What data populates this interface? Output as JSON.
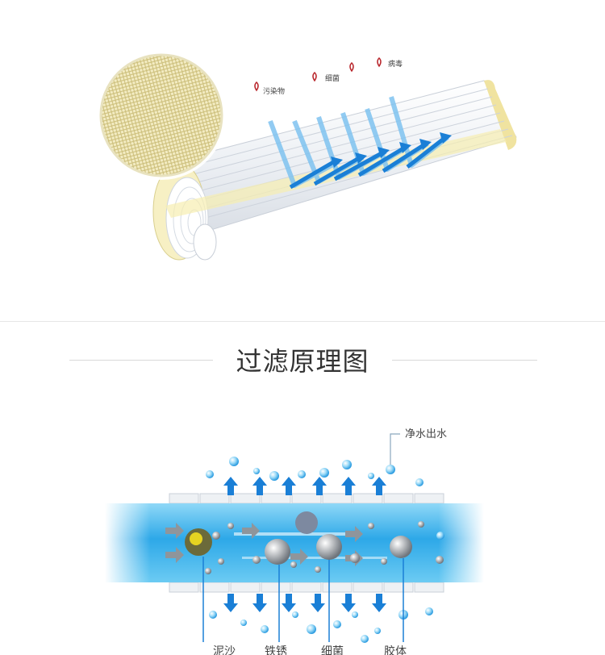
{
  "membrane_labels": {
    "pollutant": "污染物",
    "bacteria": "细菌",
    "virus": "病毒"
  },
  "section_title": "过滤原理图",
  "diagram": {
    "clean_water_out": "净水出水",
    "contaminants": [
      "泥沙",
      "铁锈",
      "细菌",
      "胶体"
    ]
  },
  "colors": {
    "accent_blue": "#1a7fd6",
    "water_light": "#63c4f2",
    "membrane_yellow": "#f6eeb0"
  }
}
